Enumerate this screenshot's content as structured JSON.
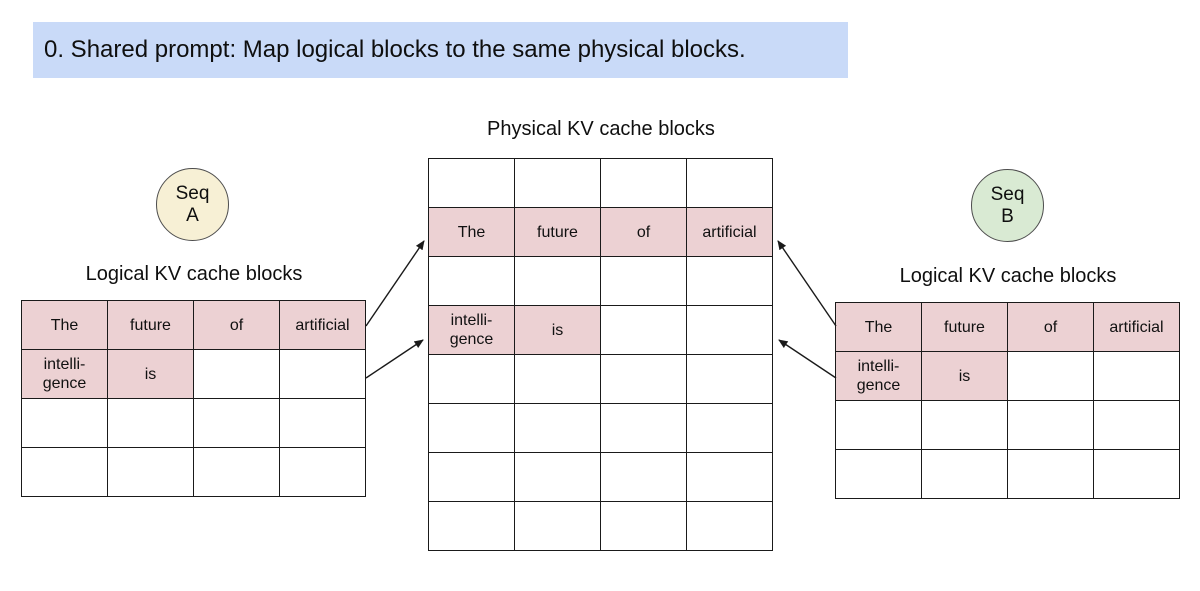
{
  "title": {
    "text": "0. Shared prompt: Map logical blocks to the same physical blocks."
  },
  "colors": {
    "banner": "#c9daf8",
    "cell_fill": "#ecd1d3",
    "seq_a_fill": "#f7f0d5",
    "seq_b_fill": "#d9ead3",
    "line": "#1a1a1a"
  },
  "sequences": {
    "a": {
      "line1": "Seq",
      "line2": "A"
    },
    "b": {
      "line1": "Seq",
      "line2": "B"
    }
  },
  "tables": {
    "physical": {
      "label": "Physical KV cache blocks",
      "rows": [
        [
          {
            "t": ""
          },
          {
            "t": ""
          },
          {
            "t": ""
          },
          {
            "t": ""
          }
        ],
        [
          {
            "t": "The",
            "f": 1
          },
          {
            "t": "future",
            "f": 1
          },
          {
            "t": "of",
            "f": 1
          },
          {
            "t": "artificial",
            "f": 1
          }
        ],
        [
          {
            "t": ""
          },
          {
            "t": ""
          },
          {
            "t": ""
          },
          {
            "t": ""
          }
        ],
        [
          {
            "t": "intelli-\ngence",
            "f": 1
          },
          {
            "t": "is",
            "f": 1
          },
          {
            "t": ""
          },
          {
            "t": ""
          }
        ],
        [
          {
            "t": ""
          },
          {
            "t": ""
          },
          {
            "t": ""
          },
          {
            "t": ""
          }
        ],
        [
          {
            "t": ""
          },
          {
            "t": ""
          },
          {
            "t": ""
          },
          {
            "t": ""
          }
        ],
        [
          {
            "t": ""
          },
          {
            "t": ""
          },
          {
            "t": ""
          },
          {
            "t": ""
          }
        ],
        [
          {
            "t": ""
          },
          {
            "t": ""
          },
          {
            "t": ""
          },
          {
            "t": ""
          }
        ]
      ]
    },
    "logical_a": {
      "label": "Logical KV cache blocks",
      "rows": [
        [
          {
            "t": "The",
            "f": 1
          },
          {
            "t": "future",
            "f": 1
          },
          {
            "t": "of",
            "f": 1
          },
          {
            "t": "artificial",
            "f": 1
          }
        ],
        [
          {
            "t": "intelli-\ngence",
            "f": 1
          },
          {
            "t": "is",
            "f": 1
          },
          {
            "t": ""
          },
          {
            "t": ""
          }
        ],
        [
          {
            "t": ""
          },
          {
            "t": ""
          },
          {
            "t": ""
          },
          {
            "t": ""
          }
        ],
        [
          {
            "t": ""
          },
          {
            "t": ""
          },
          {
            "t": ""
          },
          {
            "t": ""
          }
        ]
      ]
    },
    "logical_b": {
      "label": "Logical KV cache blocks",
      "rows": [
        [
          {
            "t": "The",
            "f": 1
          },
          {
            "t": "future",
            "f": 1
          },
          {
            "t": "of",
            "f": 1
          },
          {
            "t": "artificial",
            "f": 1
          }
        ],
        [
          {
            "t": "intelli-\ngence",
            "f": 1
          },
          {
            "t": "is",
            "f": 1
          },
          {
            "t": ""
          },
          {
            "t": ""
          }
        ],
        [
          {
            "t": ""
          },
          {
            "t": ""
          },
          {
            "t": ""
          },
          {
            "t": ""
          }
        ],
        [
          {
            "t": ""
          },
          {
            "t": ""
          },
          {
            "t": ""
          },
          {
            "t": ""
          }
        ]
      ]
    }
  }
}
